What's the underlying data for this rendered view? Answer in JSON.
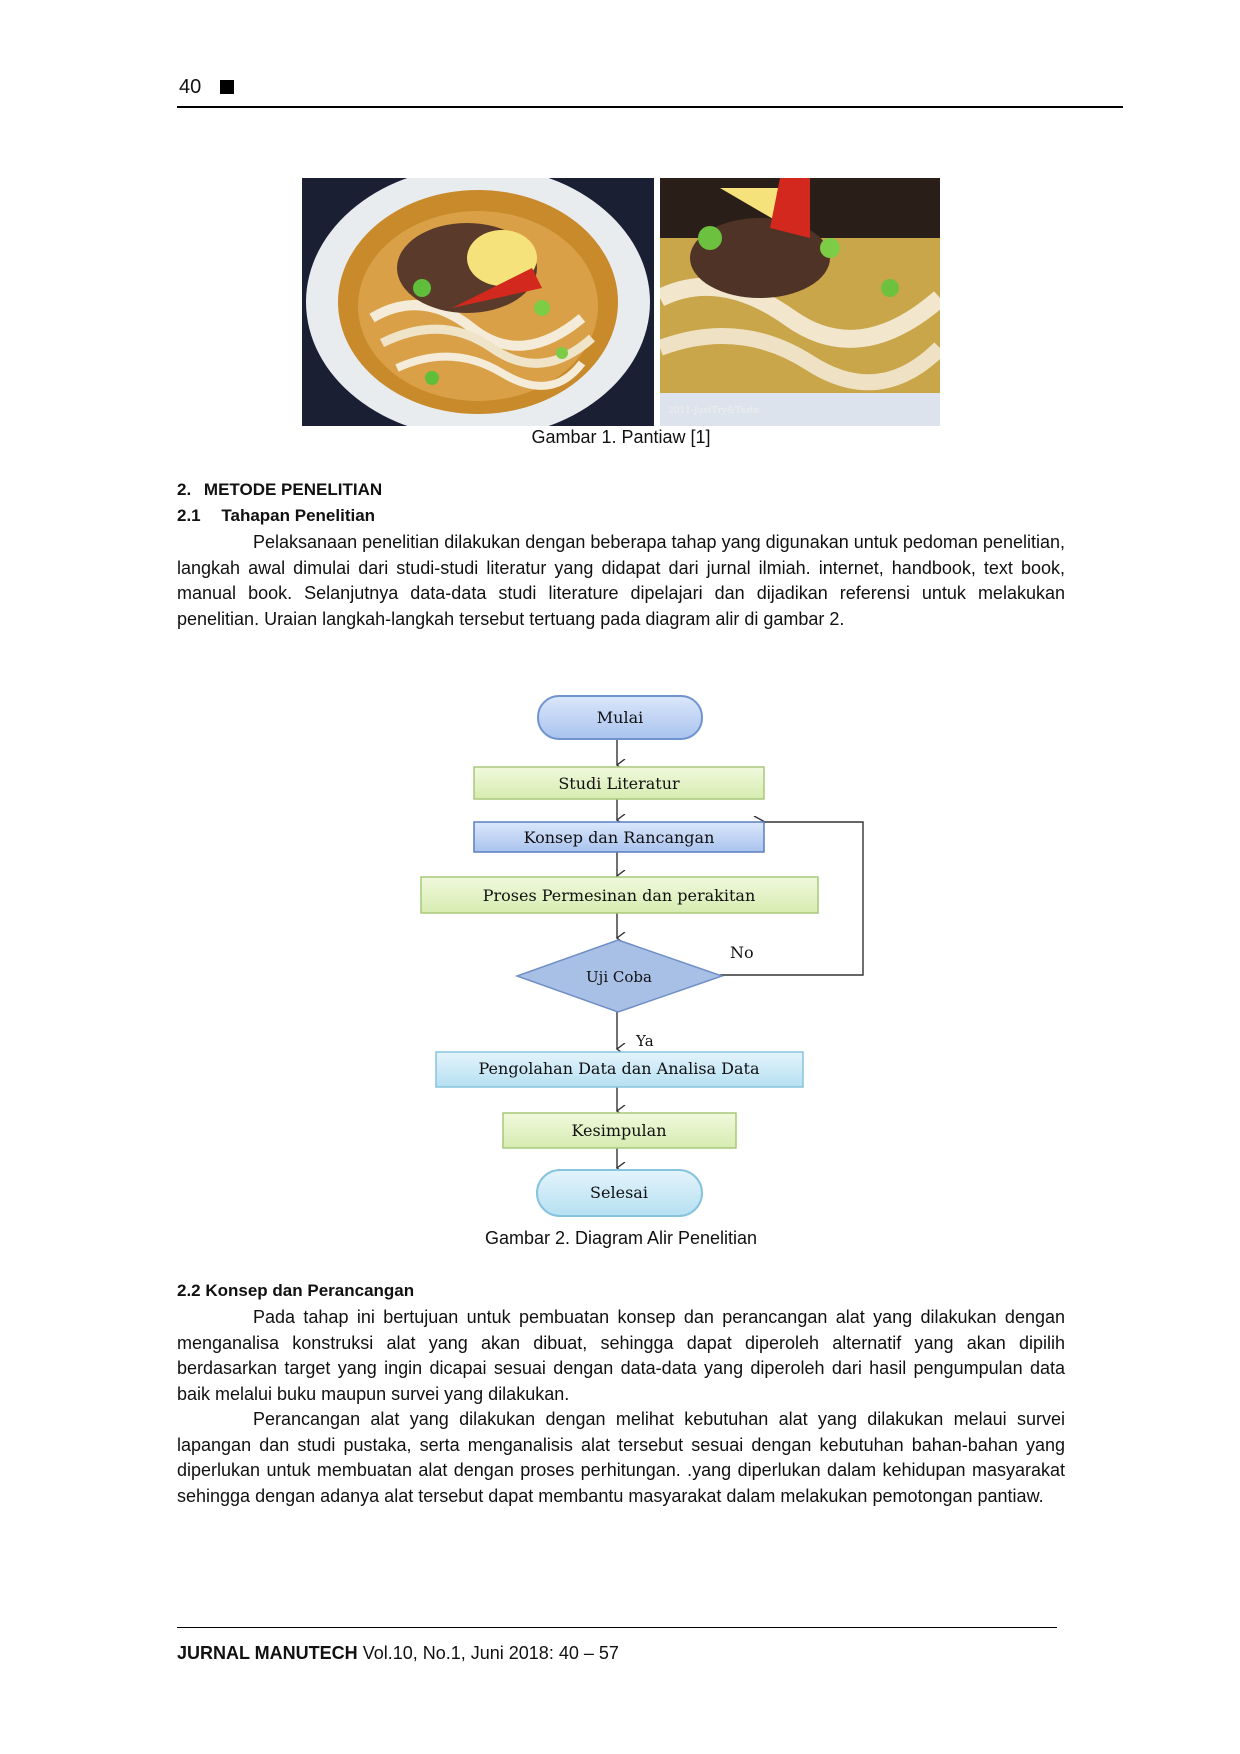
{
  "header": {
    "page_number": "40"
  },
  "figure1": {
    "watermark": "2011-JustTry&Taste",
    "caption": "Gambar 1. Pantiaw [1]"
  },
  "section2": {
    "heading_num": "2.",
    "heading": "METODE PENELITIAN",
    "sub1_num": "2.1",
    "sub1": "Tahapan Penelitian",
    "para1": "Pelaksanaan penelitian dilakukan dengan beberapa tahap yang digunakan untuk pedoman penelitian, langkah awal dimulai dari studi-studi literatur yang didapat dari jurnal ilmiah. internet, handbook, text book, manual book. Selanjutnya data-data studi literature dipelajari dan dijadikan referensi untuk melakukan penelitian. Uraian langkah-langkah tersebut tertuang pada diagram alir di gambar 2."
  },
  "flowchart": {
    "start": "Mulai",
    "step1": "Studi Literatur",
    "step2": "Konsep dan Rancangan",
    "step3": "Proses Permesinan dan perakitan",
    "decision": "Uji Coba",
    "no_label": "No",
    "yes_label": "Ya",
    "step4": "Pengolahan Data dan Analisa Data",
    "step5": "Kesimpulan",
    "end": "Selesai"
  },
  "figure2": {
    "caption": "Gambar 2. Diagram Alir Penelitian"
  },
  "section22": {
    "heading": "2.2 Konsep dan Perancangan",
    "para1": "Pada tahap ini bertujuan untuk pembuatan konsep dan perancangan alat yang dilakukan dengan menganalisa konstruksi alat yang akan dibuat, sehingga dapat diperoleh alternatif  yang akan dipilih berdasarkan target yang ingin dicapai sesuai dengan data-data yang diperoleh dari hasil pengumpulan data baik melalui buku maupun survei yang dilakukan.",
    "para2": "Perancangan alat yang dilakukan dengan melihat kebutuhan alat yang dilakukan melaui survei lapangan dan studi pustaka, serta menganalisis alat tersebut sesuai dengan kebutuhan bahan-bahan yang diperlukan untuk membuatan alat dengan proses perhitungan. .yang diperlukan dalam kehidupan masyarakat sehingga dengan adanya alat tersebut dapat membantu masyarakat dalam melakukan pemotongan pantiaw."
  },
  "footer": {
    "journal": "JURNAL MANUTECH",
    "citation": "Vol.10, No.1, Juni 2018: 40 – 57"
  }
}
